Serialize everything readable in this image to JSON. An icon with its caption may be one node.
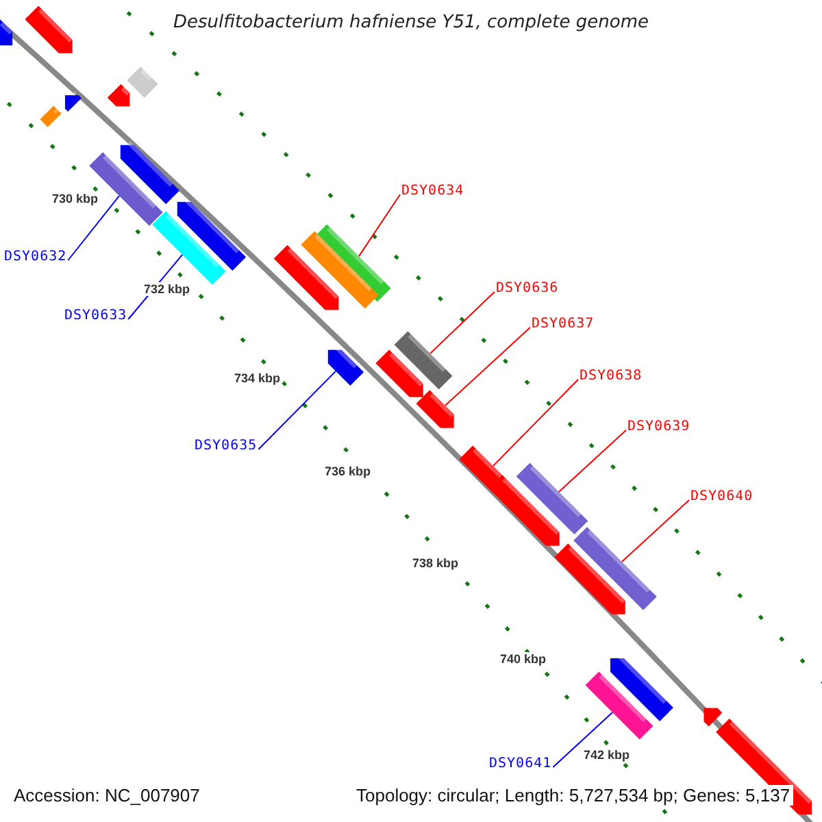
{
  "diagram": {
    "title": "Desulfitobacterium hafniense Y51, complete genome",
    "nodes": [
      {
        "text": [
          "DSY0634"
        ]
      },
      {
        "text": [
          "DSY0632"
        ]
      },
      {
        "text": [
          "DSY0636"
        ]
      },
      {
        "text": [
          "DSY0633"
        ]
      },
      {
        "text": [
          "DSY0637"
        ]
      },
      {
        "text": [
          "DSY0638"
        ]
      },
      {
        "text": [
          "DSY0639"
        ]
      },
      {
        "text": [
          "DSY0635"
        ]
      },
      {
        "text": [
          "DSY0640"
        ]
      },
      {
        "text": [
          "DSY0641"
        ]
      },
      {
        "text": [],
        "shape": "bar"
      },
      {
        "text": [],
        "shape": "bar"
      },
      {
        "text": [],
        "shape": "bar"
      },
      {
        "text": [],
        "shape": "bar"
      },
      {
        "text": [],
        "shape": "bar"
      },
      {
        "text": [],
        "shape": "bar"
      },
      {
        "text": [],
        "shape": "bar"
      },
      {
        "text": [],
        "shape": "bar"
      },
      {
        "text": [],
        "shape": "bar"
      },
      {
        "text": [],
        "shape": "bar"
      },
      {
        "text": [],
        "shape": "bar"
      },
      {
        "text": [],
        "shape": "bar"
      },
      {
        "text": [],
        "shape": "bar"
      },
      {
        "text": [],
        "shape": "bar"
      },
      {
        "text": [],
        "shape": "bar"
      },
      {
        "text": [],
        "shape": "bar"
      },
      {
        "text": [],
        "shape": "bar"
      },
      {
        "text": [],
        "shape": "bar"
      },
      {
        "text": [],
        "shape": "bar"
      },
      {
        "text": [],
        "shape": "bar"
      },
      {
        "text": [],
        "shape": "bar"
      },
      {
        "text": [],
        "shape": "bar"
      },
      {
        "text": [],
        "shape": "bar"
      },
      {
        "text": [],
        "shape": "bar"
      },
      {
        "text": [],
        "shape": "bar"
      },
      {
        "text": [],
        "shape": "bar"
      }
    ],
    "edges": [
      {
        "from": 0,
        "to": 12,
        "arrow": "none"
      },
      {
        "from": 1,
        "to": 10,
        "arrow": "none",
        "color": "#0000ff"
      },
      {
        "from": 2,
        "to": 14,
        "arrow": "none"
      },
      {
        "from": 3,
        "to": 11,
        "arrow": "none",
        "color": "#0000ff"
      },
      {
        "from": 4,
        "to": 15,
        "arrow": "none"
      },
      {
        "from": 5,
        "to": 16,
        "arrow": "none"
      },
      {
        "from": 6,
        "to": 17,
        "arrow": "none"
      },
      {
        "from": 7,
        "to": 13,
        "arrow": "none",
        "color": "#0000ff"
      },
      {
        "from": 8,
        "to": 18,
        "arrow": "none"
      },
      {
        "from": 9,
        "to": 19,
        "arrow": "none",
        "color": "#0000ff"
      }
    ],
    "labels": [
      "730 kbp",
      "732 kbp",
      "734 kbp",
      "736 kbp",
      "738 kbp",
      "740 kbp",
      "742 kbp",
      "Accession: NC_007907",
      "Topology: circular; Length: 5,727,534 bp; Genes: 5,137"
    ]
  }
}
